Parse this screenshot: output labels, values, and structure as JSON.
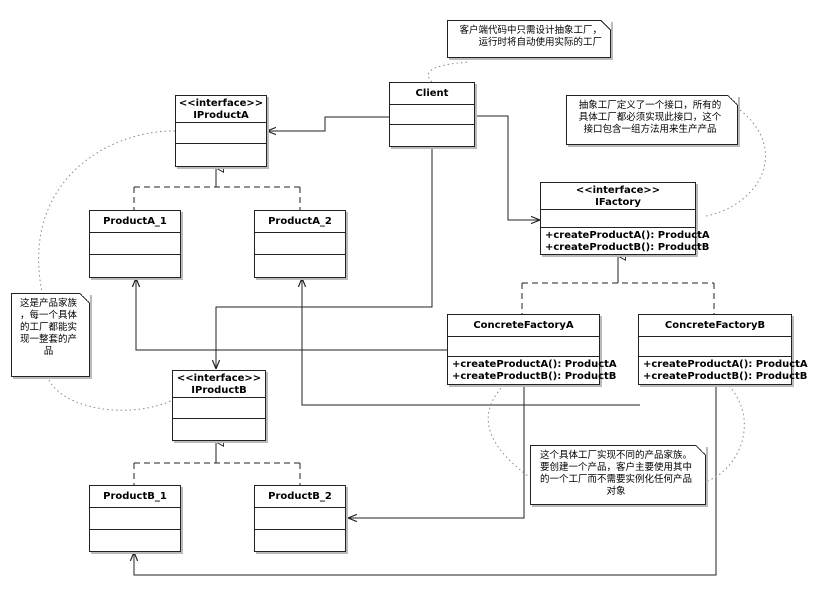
{
  "classes": {
    "client": {
      "name": "Client"
    },
    "iproducta": {
      "stereotype": "<<interface>>",
      "name": "IProductA"
    },
    "producta1": {
      "name": "ProductA_1"
    },
    "producta2": {
      "name": "ProductA_2"
    },
    "iproductb": {
      "stereotype": "<<interface>>",
      "name": "IProductB"
    },
    "productb1": {
      "name": "ProductB_1"
    },
    "productb2": {
      "name": "ProductB_2"
    },
    "ifactory": {
      "stereotype": "<<interface>>",
      "name": "IFactory",
      "ops": [
        "+createProductA(): ProductA",
        "+createProductB(): ProductB"
      ]
    },
    "concretefactorya": {
      "name": "ConcreteFactoryA",
      "ops": [
        "+createProductA(): ProductA",
        "+createProductB(): ProductB"
      ]
    },
    "concretefactoryb": {
      "name": "ConcreteFactoryB",
      "ops": [
        "+createProductA(): ProductA",
        "+createProductB(): ProductB"
      ]
    }
  },
  "notes": {
    "client_note": [
      "客户端代码中只需设计抽象工厂，",
      "运行时将自动使用实际的工厂"
    ],
    "ifactory_note": [
      "抽象工厂定义了一个接口，所有的",
      "具体工厂都必须实现此接口，这个",
      "接口包含一组方法用来生产产品"
    ],
    "family_note": [
      "这是产品家族",
      "，每一个具体",
      "的工厂都能实",
      "现一整套的产",
      "品"
    ],
    "concrete_note": [
      "这个具体工厂实现不同的产品家族。",
      "要创建一个产品，客户主要使用其中",
      "的一个工厂而不需要实例化任何产品",
      "对象"
    ]
  },
  "colors": {
    "line": "#222222",
    "note_link": "#888888"
  }
}
